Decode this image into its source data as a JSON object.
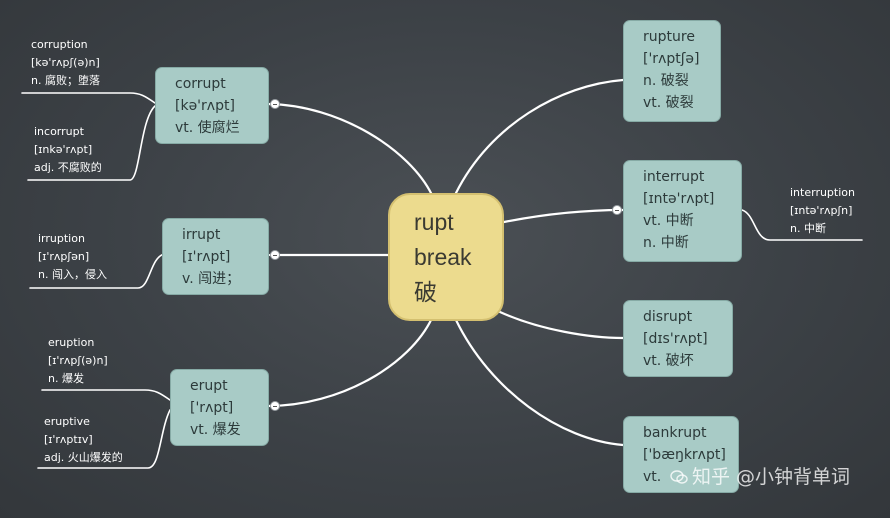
{
  "center": {
    "lines": [
      "rupt",
      "break",
      "破"
    ]
  },
  "left_nodes": [
    {
      "lines": [
        "corrupt",
        "[kə'rʌpt]",
        "vt. 使腐烂"
      ],
      "leaves": [
        {
          "lines": [
            "corruption",
            "[kə'rʌpʃ(ə)n]",
            "n. 腐败；堕落"
          ]
        },
        {
          "lines": [
            "incorrupt",
            "[ɪnkə'rʌpt]",
            "adj. 不腐败的"
          ]
        }
      ]
    },
    {
      "lines": [
        "irrupt",
        "[ɪ'rʌpt]",
        "v. 闯进；"
      ],
      "leaves": [
        {
          "lines": [
            "irruption",
            "[ɪ'rʌpʃən]",
            "n. 闯入，侵入"
          ]
        }
      ]
    },
    {
      "lines": [
        "erupt",
        "['rʌpt]",
        "vt. 爆发"
      ],
      "leaves": [
        {
          "lines": [
            "eruption",
            "[ɪ'rʌpʃ(ə)n]",
            "n. 爆发"
          ]
        },
        {
          "lines": [
            "eruptive",
            "[ɪ'rʌptɪv]",
            "adj. 火山爆发的"
          ]
        }
      ]
    }
  ],
  "right_nodes": [
    {
      "lines": [
        "rupture",
        "['rʌptʃə]",
        "n. 破裂",
        "vt. 破裂"
      ]
    },
    {
      "lines": [
        "interrupt",
        "[ɪntə'rʌpt]",
        "vt. 中断",
        "n. 中断"
      ],
      "leaves": [
        {
          "lines": [
            "interruption",
            "[ɪntə'rʌpʃn]",
            "n. 中断"
          ]
        }
      ]
    },
    {
      "lines": [
        "disrupt",
        "[dɪs'rʌpt]",
        "vt. 破坏"
      ]
    },
    {
      "lines": [
        "bankrupt",
        "['bæŋkrʌpt]",
        "vt."
      ]
    }
  ],
  "watermark": {
    "text": "知乎 @小钟背单词"
  },
  "icons": {
    "toggle": "collapse-minus-icon",
    "watermark": "zhihu-logo-icon"
  },
  "colors": {
    "background": "#3e4348",
    "center_fill": "#ecdb8e",
    "node_fill": "#a8cbc6",
    "link": "#ffffff"
  }
}
